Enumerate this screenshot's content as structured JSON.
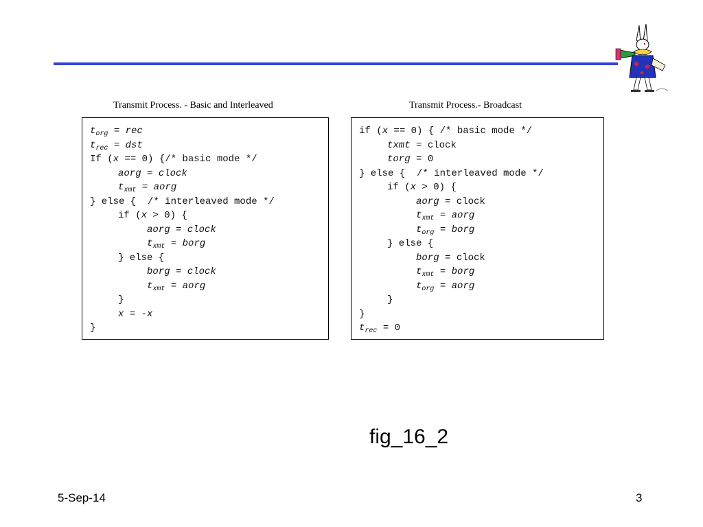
{
  "header": {
    "logo_icon": "white-rabbit-icon",
    "rule_color": "#3344dd"
  },
  "left_panel": {
    "title": "Transmit Process. - Basic and Interleaved",
    "code": {
      "l1_t": "t",
      "l1_sub": "org",
      "l1_op": " = ",
      "l1_rhs": "rec",
      "l2_t": "t",
      "l2_sub": "rec",
      "l2_op": " = ",
      "l2_rhs": "dst",
      "l3_a": "If (",
      "l3_x": "x",
      "l3_b": " == 0) {/* basic mode */",
      "l4_lhs": "aorg",
      "l4_op": " = ",
      "l4_rhs": "clock",
      "l5_t": "t",
      "l5_sub": "xmt",
      "l5_op": " = ",
      "l5_rhs": "aorg",
      "l6": "} else {  /* interleaved mode */",
      "l7_a": "if (",
      "l7_x": "x",
      "l7_b": " > 0) {",
      "l8_lhs": "aorg",
      "l8_op": " = ",
      "l8_rhs": "clock",
      "l9_t": "t",
      "l9_sub": "xmt",
      "l9_op": " = ",
      "l9_rhs": "borg",
      "l10": "} else {",
      "l11_lhs": "borg",
      "l11_op": " = ",
      "l11_rhs": "clock",
      "l12_t": "t",
      "l12_sub": "xmt",
      "l12_op": " = ",
      "l12_rhs": "aorg",
      "l13": "}",
      "l14_x": "x",
      "l14_op": " = -",
      "l14_rhs": "x",
      "l15": "}"
    }
  },
  "right_panel": {
    "title": "Transmit Process.- Broadcast",
    "code": {
      "l1_a": "if (",
      "l1_x": "x",
      "l1_b": " == 0) { /* basic mode */",
      "l2_lhs": "txmt",
      "l2_rest": " = clock",
      "l3_lhs": "torg",
      "l3_rest": " = 0",
      "l4": "} else {  /* interleaved mode */",
      "l5_a": "if (",
      "l5_x": "x",
      "l5_b": " > 0) {",
      "l6_lhs": "aorg",
      "l6_rest": " = clock",
      "l7_t": "t",
      "l7_sub": "xmt",
      "l7_op": " = ",
      "l7_rhs": "aorg",
      "l8_t": "t",
      "l8_sub": "org",
      "l8_op": " = ",
      "l8_rhs": "borg",
      "l9": "} else {",
      "l10_lhs": "borg",
      "l10_rest": " = clock",
      "l11_t": "t",
      "l11_sub": "xmt",
      "l11_op": " = ",
      "l11_rhs": "borg",
      "l12_t": "t",
      "l12_sub": "org",
      "l12_op": " = ",
      "l12_rhs": "aorg",
      "l13": "}",
      "l14": "}",
      "l15_t": "t",
      "l15_sub": "rec",
      "l15_rest": " = 0"
    }
  },
  "figure_label": "fig_16_2",
  "footer": {
    "date": "5-Sep-14",
    "page_number": "3"
  }
}
